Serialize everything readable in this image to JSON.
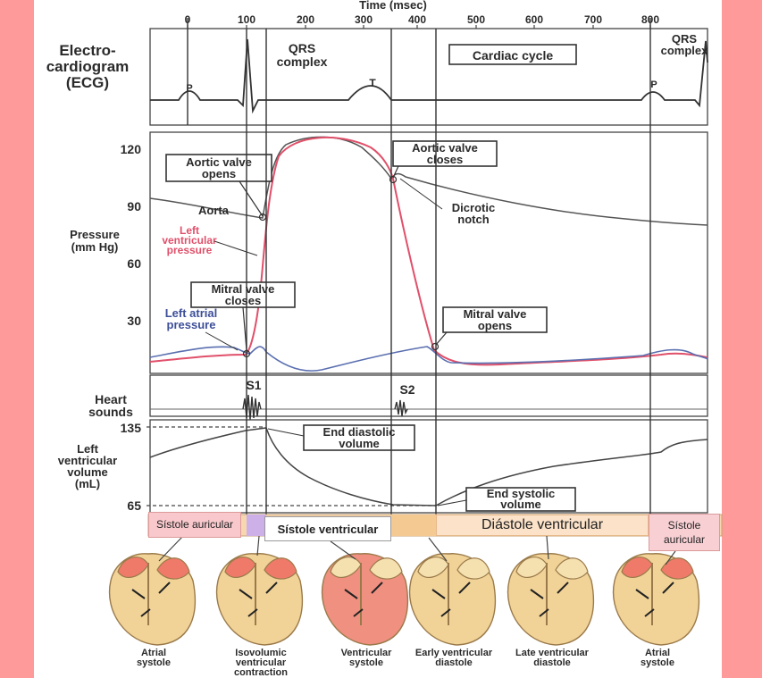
{
  "header": {
    "time_axis_label": "Time (msec)",
    "time_ticks": [
      "0",
      "100",
      "200",
      "300",
      "400",
      "500",
      "600",
      "700",
      "800"
    ]
  },
  "ecg": {
    "label_line1": "Electro-",
    "label_line2": "cardiogram",
    "label_line3": "(ECG)",
    "p_label": "P",
    "t_label": "T",
    "p2_label": "P",
    "qrs_line1": "QRS",
    "qrs_line2": "complex",
    "cycle_label": "Cardiac cycle",
    "qrs2_line1": "QRS",
    "qrs2_line2": "complex"
  },
  "pressure": {
    "axis_line1": "Pressure",
    "axis_line2": "(mm Hg)",
    "ticks": [
      "120",
      "90",
      "60",
      "30"
    ],
    "aortic_opens_line1": "Aortic valve",
    "aortic_opens_line2": "opens",
    "aortic_closes_line1": "Aortic valve",
    "aortic_closes_line2": "closes",
    "aorta": "Aorta",
    "lv_line1": "Left",
    "lv_line2": "ventricular",
    "lv_line3": "pressure",
    "dicrotic_line1": "Dicrotic",
    "dicrotic_line2": "notch",
    "mitral_closes_line1": "Mitral valve",
    "mitral_closes_line2": "closes",
    "la_line1": "Left atrial",
    "la_line2": "pressure",
    "mitral_opens_line1": "Mitral valve",
    "mitral_opens_line2": "opens"
  },
  "heart_sounds": {
    "label_line1": "Heart",
    "label_line2": "sounds",
    "s1": "S1",
    "s2": "S2"
  },
  "volume": {
    "axis_line1": "Left",
    "axis_line2": "ventricular",
    "axis_line3": "volume",
    "axis_line4": "(mL)",
    "tick_top": "135",
    "tick_bottom": "65",
    "edv_line1": "End diastolic",
    "edv_line2": "volume",
    "esv_line1": "End systolic",
    "esv_line2": "volume"
  },
  "phases": {
    "atrial_systole_1": "Sístole auricular",
    "ventricular_systole": "Sístole ventricular",
    "ventricular_diastole": "Diástole ventricular",
    "atrial_systole_2": "Sístole auricular"
  },
  "hearts": {
    "captions": [
      {
        "line1": "Atrial",
        "line2": "systole",
        "line3": ""
      },
      {
        "line1": "Isovolumic",
        "line2": "ventricular",
        "line3": "contraction"
      },
      {
        "line1": "Ventricular",
        "line2": "systole",
        "line3": ""
      },
      {
        "line1": "Early ventricular",
        "line2": "diastole",
        "line3": ""
      },
      {
        "line1": "Late ventricular",
        "line2": "diastole",
        "line3": ""
      },
      {
        "line1": "Atrial",
        "line2": "systole",
        "line3": ""
      }
    ]
  },
  "colors": {
    "background": "#ff9a9a",
    "lv_pressure": "#e0506a",
    "atrial_pressure": "#5a6fb0",
    "atrial_phase": "#f8c8cc",
    "ventricular_systole_phase": "#cdb0e8",
    "ventricular_diastole_phase": "#fbd8b0"
  }
}
